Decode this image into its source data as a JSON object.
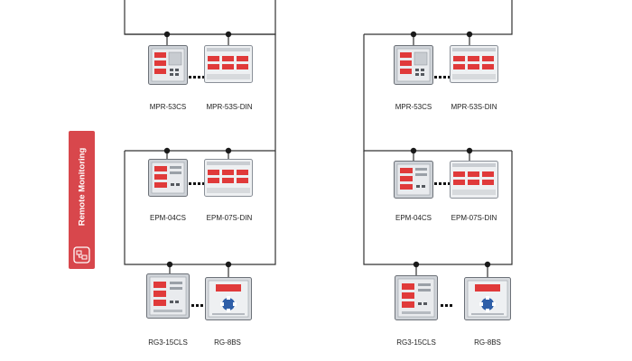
{
  "side_tab": {
    "label": "Remote Monitoring",
    "icon": "network-devices-icon",
    "color": "#d8474c"
  },
  "left_chain": {
    "row1": {
      "panel_label": "MPR-53CS",
      "din_label": "MPR-53S-DIN"
    },
    "row2": {
      "panel_label": "EPM-04CS",
      "din_label": "EPM-07S-DIN"
    },
    "row3": {
      "panel_label": "RG3-15CLS",
      "keypad_label": "RG-8BS"
    }
  },
  "right_chain": {
    "row1": {
      "panel_label": "MPR-53CS",
      "din_label": "MPR-53S-DIN"
    },
    "row2": {
      "panel_label": "EPM-04CS",
      "din_label": "EPM-07S-DIN"
    },
    "row3": {
      "panel_label": "RG3-15CLS",
      "keypad_label": "RG-8BS"
    }
  },
  "colors": {
    "wire": "#333333",
    "display_red": "#e03a3a",
    "device_body": "#dfe2e6",
    "keypad_blue": "#2f5fa8"
  }
}
